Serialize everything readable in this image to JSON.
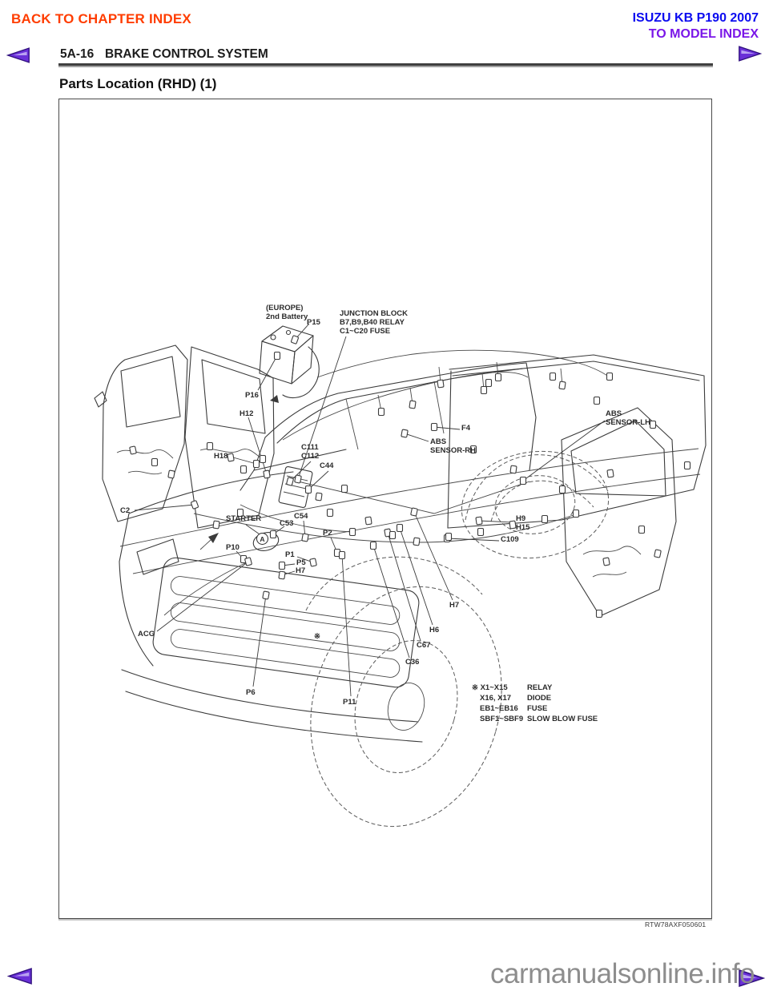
{
  "nav": {
    "back_to_chapter": "BACK TO CHAPTER INDEX",
    "model": "ISUZU KB P190 2007",
    "to_model_index": "TO MODEL INDEX"
  },
  "header": {
    "page_code": "5A-16",
    "section": "BRAKE CONTROL SYSTEM"
  },
  "title": "Parts Location (RHD) (1)",
  "figure": {
    "ref_code": "RTW78AXF050601",
    "direction_marker": "A",
    "labels": {
      "europe_battery": "(EUROPE)\n2nd Battery",
      "p15": "P15",
      "junction_block": "JUNCTION BLOCK\nB7,B9,B40 RELAY\nC1~C20 FUSE",
      "p16": "P16",
      "h12": "H12",
      "h18": "H18",
      "c111_c112": "C111\nC112",
      "c44": "C44",
      "c2": "C2",
      "starter": "STARTER",
      "c53": "C53",
      "c54": "C54",
      "p10": "P10",
      "p1": "P1",
      "p5": "P5",
      "h7_engine": "H7",
      "p2": "P2",
      "acg": "ACG",
      "f4": "F4",
      "abs_sensor_rh": "ABS\nSENSOR-RH",
      "abs_sensor_lh": "ABS\nSENSOR-LH",
      "h9_h15": "H9\nH15",
      "c109": "C109",
      "h7_cab": "H7",
      "h6": "H6",
      "c67": "C67",
      "c36": "C36",
      "note_ref": "※",
      "p6": "P6",
      "p11": "P11"
    },
    "legend": [
      {
        "range": "※ X1~X15",
        "desc": "RELAY"
      },
      {
        "range": "X16, X17",
        "desc": "DIODE"
      },
      {
        "range": "EB1~EB16",
        "desc": "FUSE"
      },
      {
        "range": "SBF1~SBF9",
        "desc": "SLOW BLOW FUSE"
      }
    ]
  },
  "watermark": "carmanualsonline.info",
  "colors": {
    "back_link": "#FF3D00",
    "model_link": "#0B0BF0",
    "index_link": "#7A16E8",
    "arrow_fill": "#6A30D8",
    "watermark": "#8D8D8D"
  }
}
